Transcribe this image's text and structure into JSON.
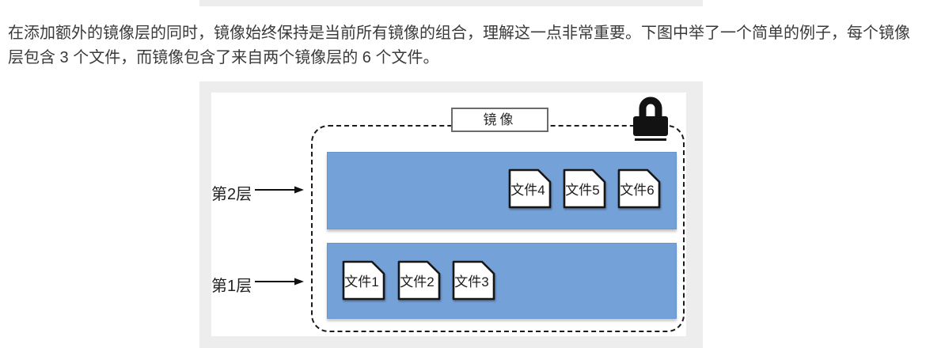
{
  "page": {
    "paragraph_lines": [
      "在添加额外的镜像层的同时，镜像始终保持是当前所有镜像的组合，理解这一点非常重要。下图中举了一个简单的例子，每个镜像",
      "层包含 3 个文件，而镜像包含了来自两个镜像层的 6 个文件。"
    ]
  },
  "diagram": {
    "image_label": "镜像",
    "lock_icon": "lock-icon",
    "colors": {
      "layer_fill": "#74a1d8",
      "frame_background": "#ededed",
      "dashed_border": "#1b1b1b",
      "text": "#3a3a3a"
    },
    "layers": [
      {
        "label": "第2层",
        "files": [
          "文件4",
          "文件5",
          "文件6"
        ]
      },
      {
        "label": "第1层",
        "files": [
          "文件1",
          "文件2",
          "文件3"
        ]
      }
    ]
  }
}
